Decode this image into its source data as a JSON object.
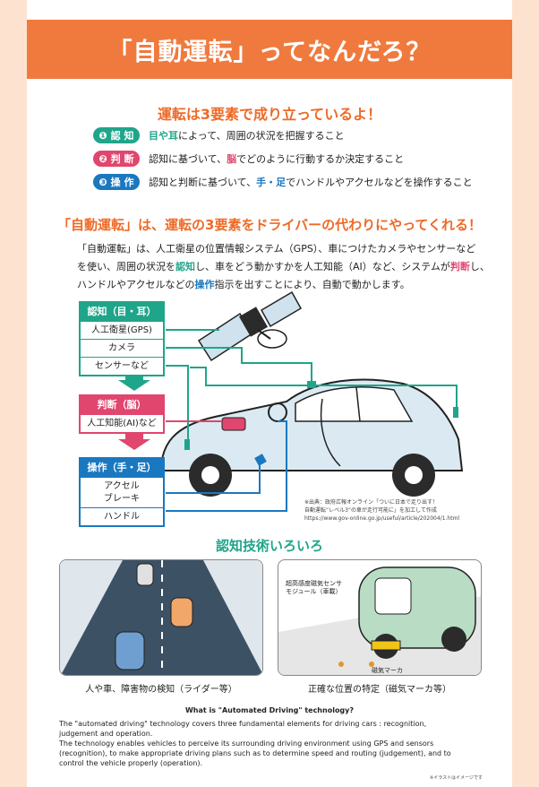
{
  "banner": {
    "title": "「自動運転」ってなんだろ？"
  },
  "elements": {
    "heading": "運転は3要素で成り立っているよ！",
    "items": [
      {
        "badge": "❶ 認 知",
        "pre": "",
        "hl": "目や耳",
        "post": "によって、周囲の状況を把握すること"
      },
      {
        "badge": "❷ 判 断",
        "pre": "認知に基づいて、",
        "hl": "脳",
        "post": "でどのように行動するか決定すること"
      },
      {
        "badge": "❸ 操 作",
        "pre": "認知と判断に基づいて、",
        "hl": "手・足",
        "post": "でハンドルやアクセルなどを操作すること"
      }
    ]
  },
  "auto": {
    "heading": "「自動運転」は、運転の3要素をドライバーの代わりにやってくれる！",
    "p1": "「自動運転」は、人工衛星の位置情報システム（GPS）、車につけたカメラやセンサーなど",
    "p2a": "を使い、周囲の状況を",
    "p2b": "認知",
    "p2c": "し、車をどう動かすかを人工知能（AI）など、システムが",
    "p2d": "判断",
    "p2e": "し、",
    "p3a": "ハンドルやアクセルなどの",
    "p3b": "操作",
    "p3c": "指示を出すことにより、自動で動かします。"
  },
  "diagram": {
    "recognition": {
      "title": "認知（目・耳）",
      "items": [
        "人工衛星(GPS)",
        "カメラ",
        "センサーなど"
      ]
    },
    "judgement": {
      "title": "判断（脳）",
      "items": [
        "人工知能(AI)など"
      ]
    },
    "operation": {
      "title": "操作（手・足）",
      "items": [
        "アクセル",
        "ブレーキ",
        "ハンドル"
      ]
    },
    "source1": "※出典：政府広報オンライン「ついに日本で走り出す！",
    "source2": "自動運転“レベル3”の車が走行可能に」を加工して作成",
    "source3": "https://www.gov-online.go.jp/useful/article/202004/1.html"
  },
  "tech": {
    "heading": "認知技術いろいろ",
    "left_caption": "人や車、障害物の検知（ライダー等）",
    "right_caption": "正確な位置の特定（磁気マーカ等）",
    "sensor_label1": "超高感度磁気センサ",
    "sensor_label2": "モジュール（車載）",
    "marker_label": "磁気マーカ"
  },
  "english": {
    "title": "What is \"Automated Driving\" technology?",
    "l1": "The \"automated driving\" technology covers three fundamental elements for driving cars : recognition,",
    "l2": "judgement and operation.",
    "l3": "The technology enables vehicles to perceive its surrounding driving environment using GPS and sensors",
    "l4": "(recognition), to make appropriate driving plans such as to determine speed and routing (judgement), and to",
    "l5": "control the vehicle properly (operation).",
    "note": "※イラストはイメージです"
  },
  "colors": {
    "orange": "#f07a3e",
    "green": "#1fa58a",
    "pink": "#e0466e",
    "blue": "#1a78c0",
    "car": "#dbeaf2"
  }
}
